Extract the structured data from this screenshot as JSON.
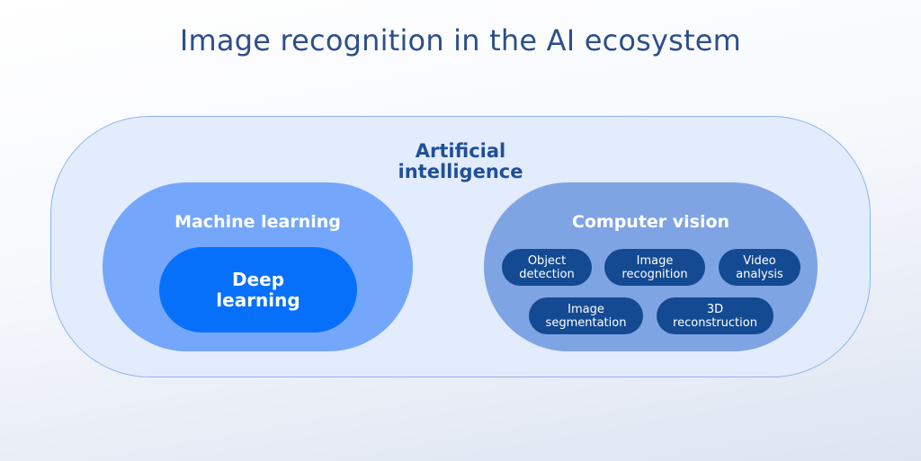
{
  "title": "Image recognition in the AI ecosystem",
  "colors": {
    "title": "#2d4f8a",
    "ai_fill": "#e2ecfd",
    "ai_border": "#8fb3ee",
    "ai_label": "#1f4f9a",
    "machine_learning": "#74a7fc",
    "deep_learning": "#0670fb",
    "computer_vision": "#7fa4e4",
    "cv_chip": "#134a92"
  },
  "diagram": {
    "artificial_intelligence": {
      "line1": "Artificial",
      "line2": "intelligence"
    },
    "machine_learning": {
      "label": "Machine learning",
      "deep_learning": {
        "line1": "Deep",
        "line2": "learning"
      }
    },
    "computer_vision": {
      "label": "Computer vision",
      "items": [
        {
          "line1": "Object",
          "line2": "detection"
        },
        {
          "line1": "Image",
          "line2": "recognition"
        },
        {
          "line1": "Video",
          "line2": "analysis"
        },
        {
          "line1": "Image",
          "line2": "segmentation"
        },
        {
          "line1": "3D",
          "line2": "reconstruction"
        }
      ]
    }
  }
}
